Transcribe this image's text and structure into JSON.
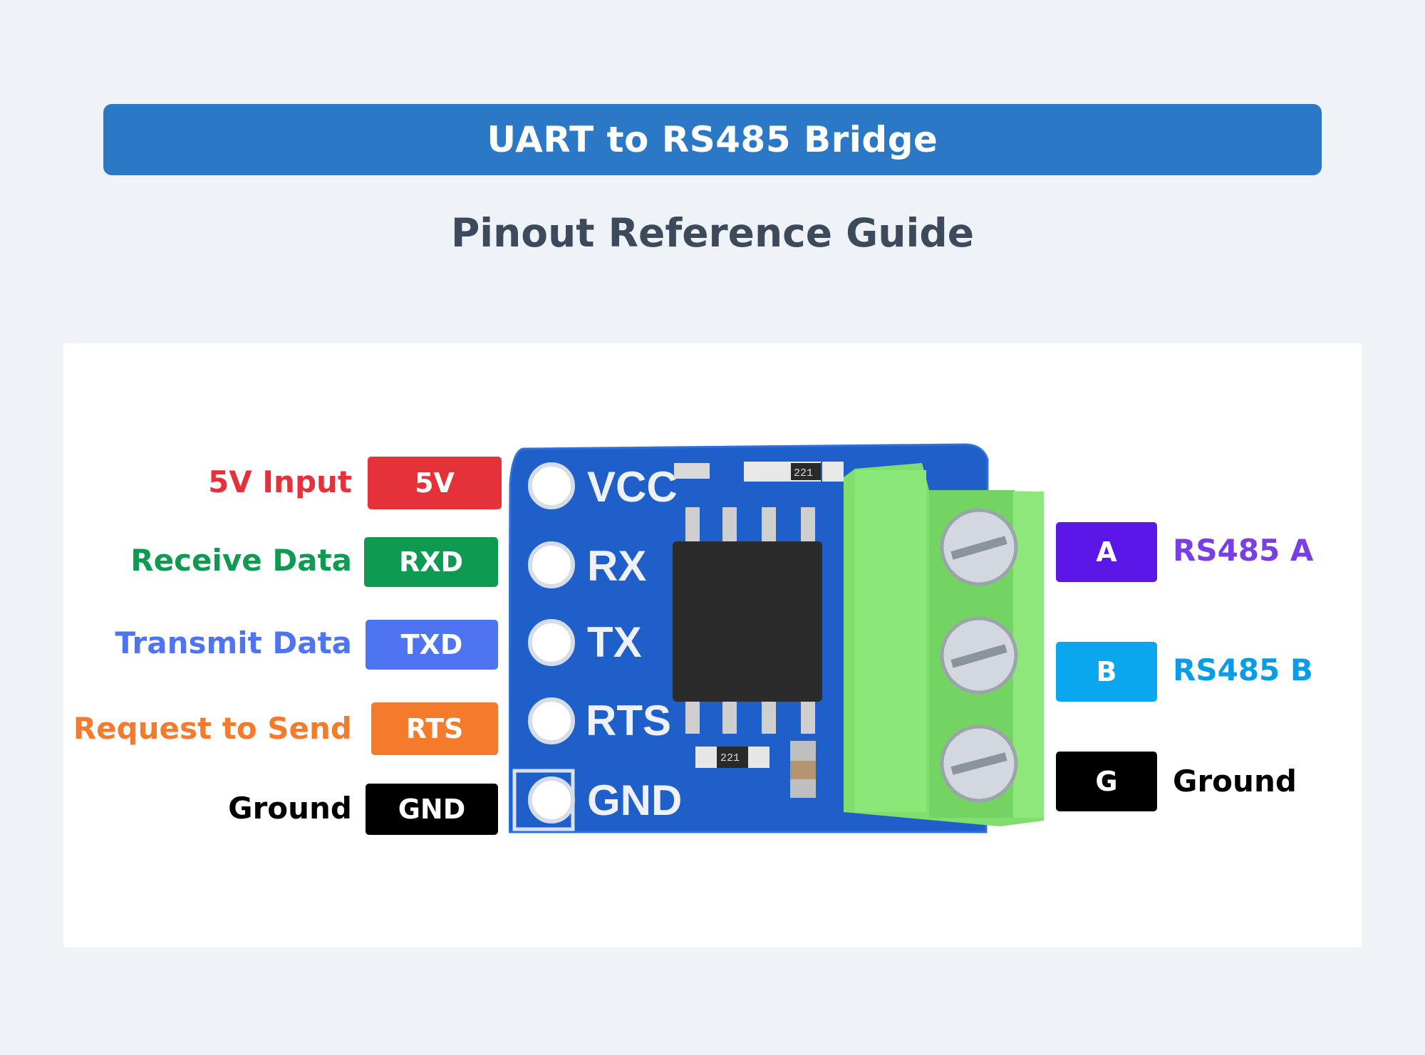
{
  "header": {
    "title": "UART to RS485 Bridge",
    "subtitle": "Pinout Reference Guide"
  },
  "board": {
    "silkscreen": [
      "VCC",
      "RX",
      "TX",
      "RTS",
      "GND"
    ],
    "resistor_code": "221"
  },
  "left_pins": [
    {
      "badge": "5V",
      "label": "5V Input",
      "color": "#e5323a"
    },
    {
      "badge": "RXD",
      "label": "Receive Data",
      "color": "#0f9a52"
    },
    {
      "badge": "TXD",
      "label": "Transmit Data",
      "color": "#4f74f2"
    },
    {
      "badge": "RTS",
      "label": "Request to Send",
      "color": "#f47a2c"
    },
    {
      "badge": "GND",
      "label": "Ground",
      "color": "#000000"
    }
  ],
  "right_pins": [
    {
      "badge": "A",
      "label": "RS485 A",
      "badge_color": "#5b17e8",
      "label_color": "#7a3fe0"
    },
    {
      "badge": "B",
      "label": "RS485 B",
      "badge_color": "#0aa6ee",
      "label_color": "#0a9ce6"
    },
    {
      "badge": "G",
      "label": "Ground",
      "badge_color": "#000000",
      "label_color": "#000000"
    }
  ]
}
